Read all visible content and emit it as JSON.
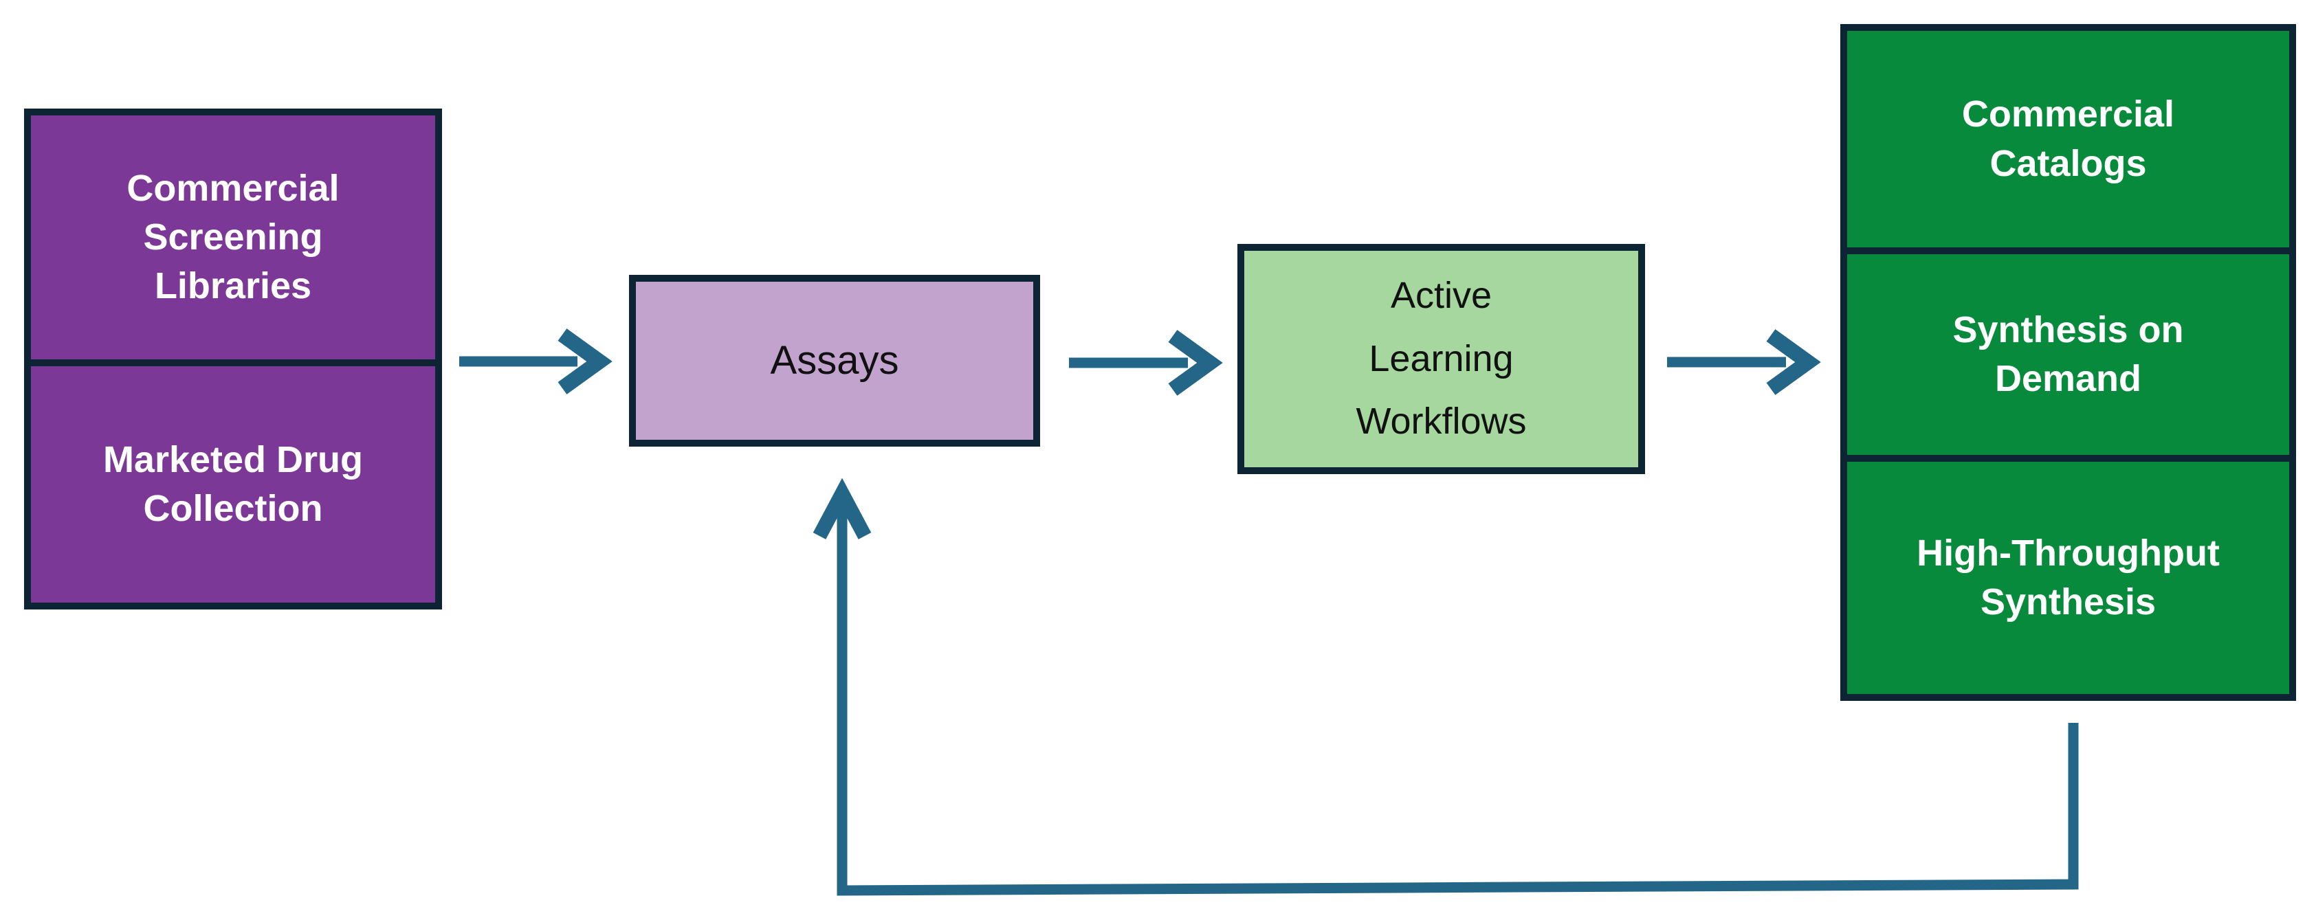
{
  "colors": {
    "background": "#FFFFFF",
    "boxBorder": "#0C2433",
    "arrow": "#236687",
    "sourcePurple": "#7B3896",
    "assaysLavender": "#C2A3CE",
    "activeLearningGreen": "#A6D79F",
    "outputGreen": "#078A3C",
    "lightText": "#FFFFFF",
    "darkText": "#111111"
  },
  "diagram": {
    "source_stack": {
      "items": [
        {
          "label": "Commercial\nScreening\nLibraries"
        },
        {
          "label": "Marketed Drug\nCollection"
        }
      ]
    },
    "assays": {
      "label": "Assays"
    },
    "active_learning": {
      "label": "Active\nLearning\nWorkflows"
    },
    "output_stack": {
      "items": [
        {
          "label": "Commercial\nCatalogs"
        },
        {
          "label": "Synthesis on\nDemand"
        },
        {
          "label": "High-Throughput\nSynthesis"
        }
      ]
    }
  }
}
